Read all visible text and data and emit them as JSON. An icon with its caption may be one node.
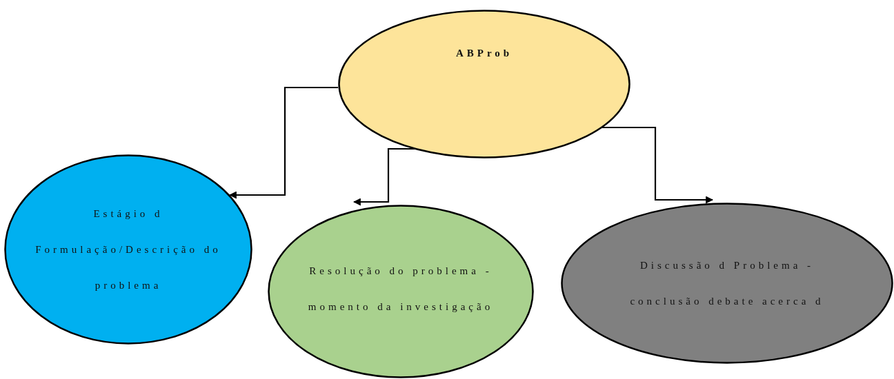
{
  "diagram": {
    "nodes": [
      {
        "text": [
          "ABProb"
        ]
      },
      {
        "text": [
          "Estágio d Formulação/Descrição do problema"
        ]
      },
      {
        "text": [
          "Resolução do problema - momento da investigação"
        ]
      },
      {
        "text": [
          "Discussão d Problema - conclusão debate acerca d"
        ]
      }
    ],
    "edges": [
      {
        "from": 0,
        "to": 1,
        "arrow": "to"
      },
      {
        "from": 0,
        "to": 2,
        "arrow": "to"
      },
      {
        "from": 0,
        "to": 3,
        "arrow": "to"
      }
    ]
  }
}
